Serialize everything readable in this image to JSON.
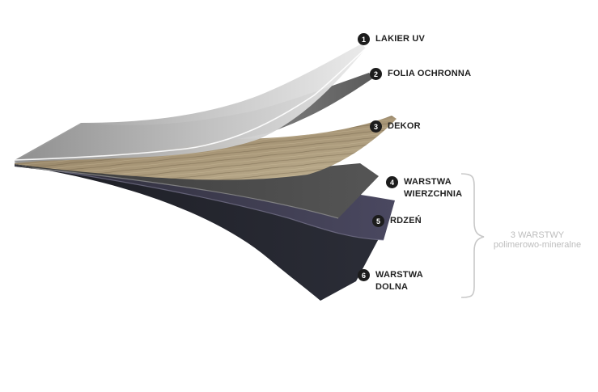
{
  "layers": [
    {
      "number": "1",
      "label_line1": "LAKIER UV",
      "label_line2": ""
    },
    {
      "number": "2",
      "label_line1": "FOLIA OCHRONNA",
      "label_line2": ""
    },
    {
      "number": "3",
      "label_line1": "DEKOR",
      "label_line2": ""
    },
    {
      "number": "4",
      "label_line1": "WARSTWA",
      "label_line2": "WIERZCHNIA"
    },
    {
      "number": "5",
      "label_line1": "RDZEŃ",
      "label_line2": ""
    },
    {
      "number": "6",
      "label_line1": "WARSTWA",
      "label_line2": "DOLNA"
    }
  ],
  "group": {
    "line1": "3 WARSTWY",
    "line2": "polimerowo-mineralne"
  },
  "colors": {
    "lacquer": "#c9c9c9",
    "film": "#6f6f6f",
    "decor": "#9b8a6c",
    "top_layer": "#4a4a4a",
    "core": "#3f3d4e",
    "bottom_layer": "#23252d",
    "badge": "#1c1c1c",
    "bracket": "#c8c8c8"
  }
}
